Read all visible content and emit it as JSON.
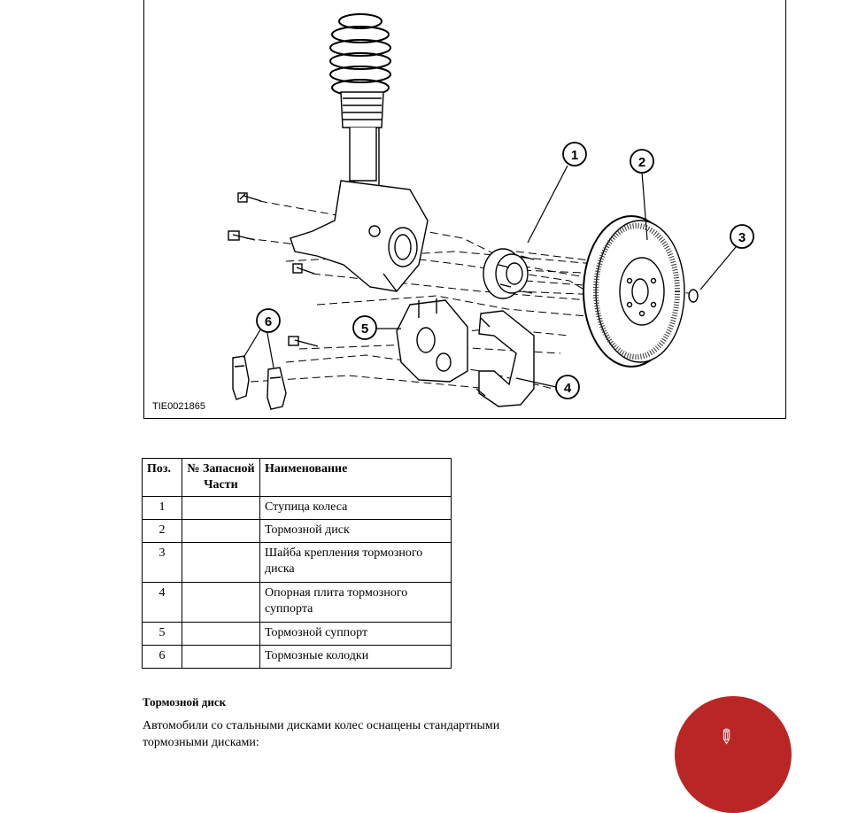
{
  "figure": {
    "code": "TIE0021865",
    "callouts": [
      "1",
      "2",
      "3",
      "4",
      "5",
      "6"
    ]
  },
  "table": {
    "headers": {
      "pos": "Поз.",
      "part_no": "№ Запасной Части",
      "name": "Наименование"
    },
    "rows": [
      {
        "pos": "1",
        "part_no": "",
        "name": "Ступица колеса"
      },
      {
        "pos": "2",
        "part_no": "",
        "name": "Тормозной диск"
      },
      {
        "pos": "3",
        "part_no": "",
        "name": "Шайба крепления тормозного диска"
      },
      {
        "pos": "4",
        "part_no": "",
        "name": "Опорная плита тормозного суппорта"
      },
      {
        "pos": "5",
        "part_no": "",
        "name": "Тормозной суппорт"
      },
      {
        "pos": "6",
        "part_no": "",
        "name": "Тормозные колодки"
      }
    ]
  },
  "section": {
    "title": "Тормозной диск",
    "text": "Автомобили со стальными дисками колес оснащены стандартными тормозными дисками:"
  },
  "fab": {
    "icon": "pencil-icon",
    "color": "#b92626"
  }
}
